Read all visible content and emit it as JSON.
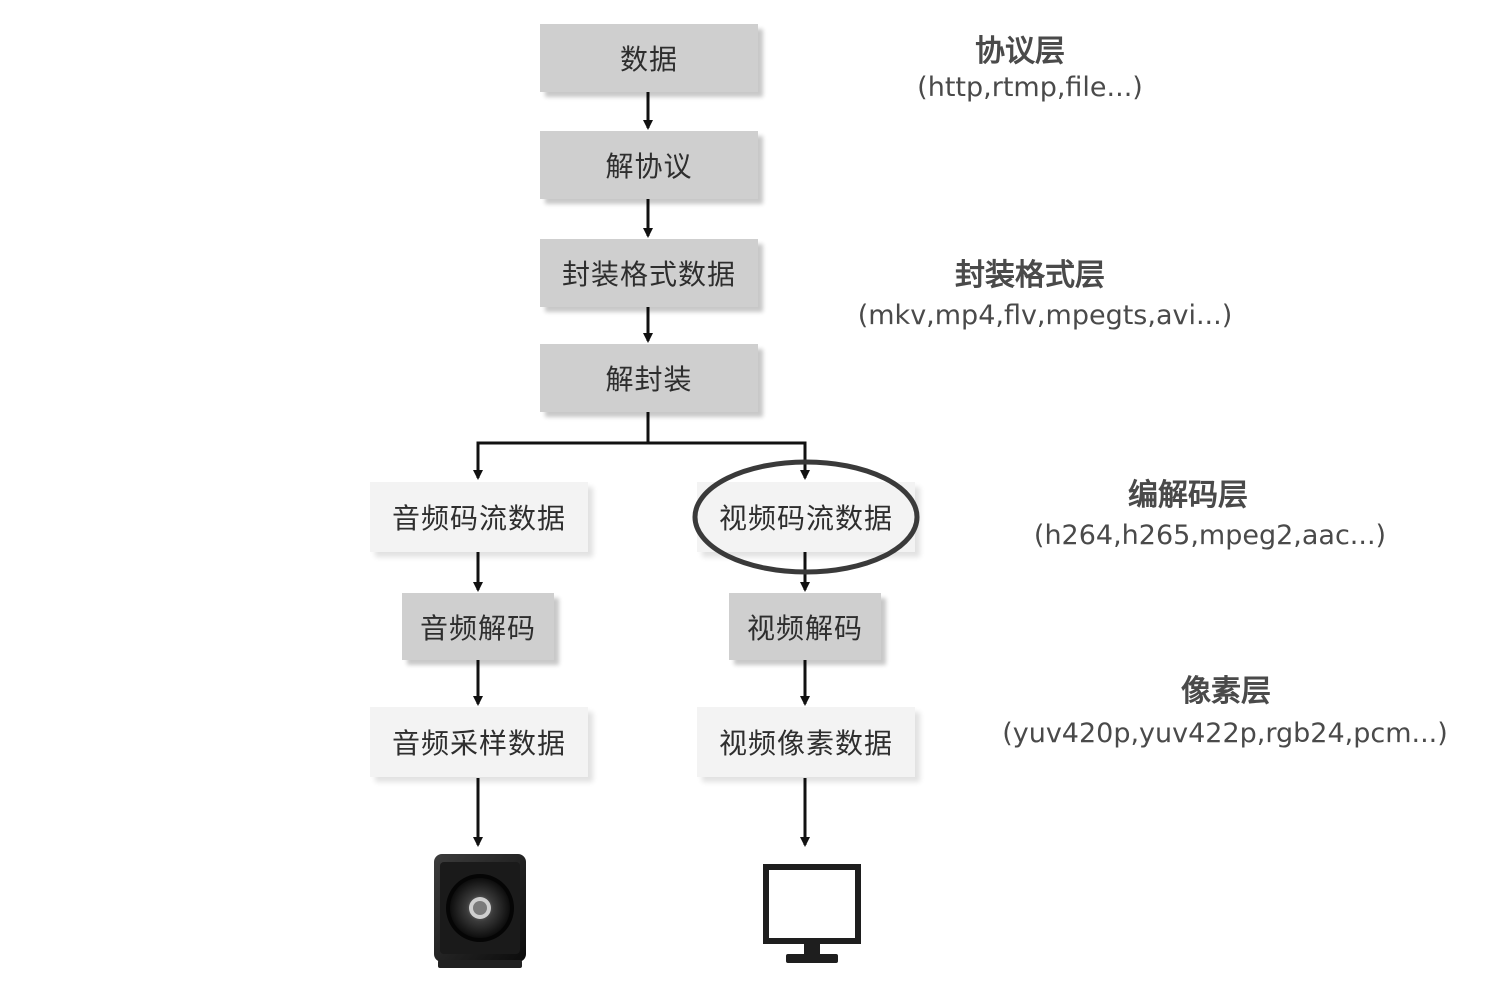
{
  "nodes": {
    "data": "数据",
    "deprotocol": "解协议",
    "container_data": "封装格式数据",
    "demux": "解封装",
    "audio_stream": "音频码流数据",
    "video_stream": "视频码流数据",
    "audio_decode": "音频解码",
    "video_decode": "视频解码",
    "audio_samples": "音频采样数据",
    "video_pixels": "视频像素数据"
  },
  "layers": [
    {
      "title": "协议层",
      "examples": "(http,rtmp,file...)"
    },
    {
      "title": "封装格式层",
      "examples": "(mkv,mp4,flv,mpegts,avi...)"
    },
    {
      "title": "编解码层",
      "examples": "(h264,h265,mpeg2,aac...)"
    },
    {
      "title": "像素层",
      "examples": "(yuv420p,yuv422p,rgb24,pcm...)"
    }
  ],
  "devices": {
    "audio_output": "speaker-icon",
    "video_output": "monitor-icon"
  },
  "colors": {
    "box_dark": "#cfcfcf",
    "box_light": "#f3f3f3",
    "line": "#111111",
    "highlight": "#3a3a3a"
  }
}
